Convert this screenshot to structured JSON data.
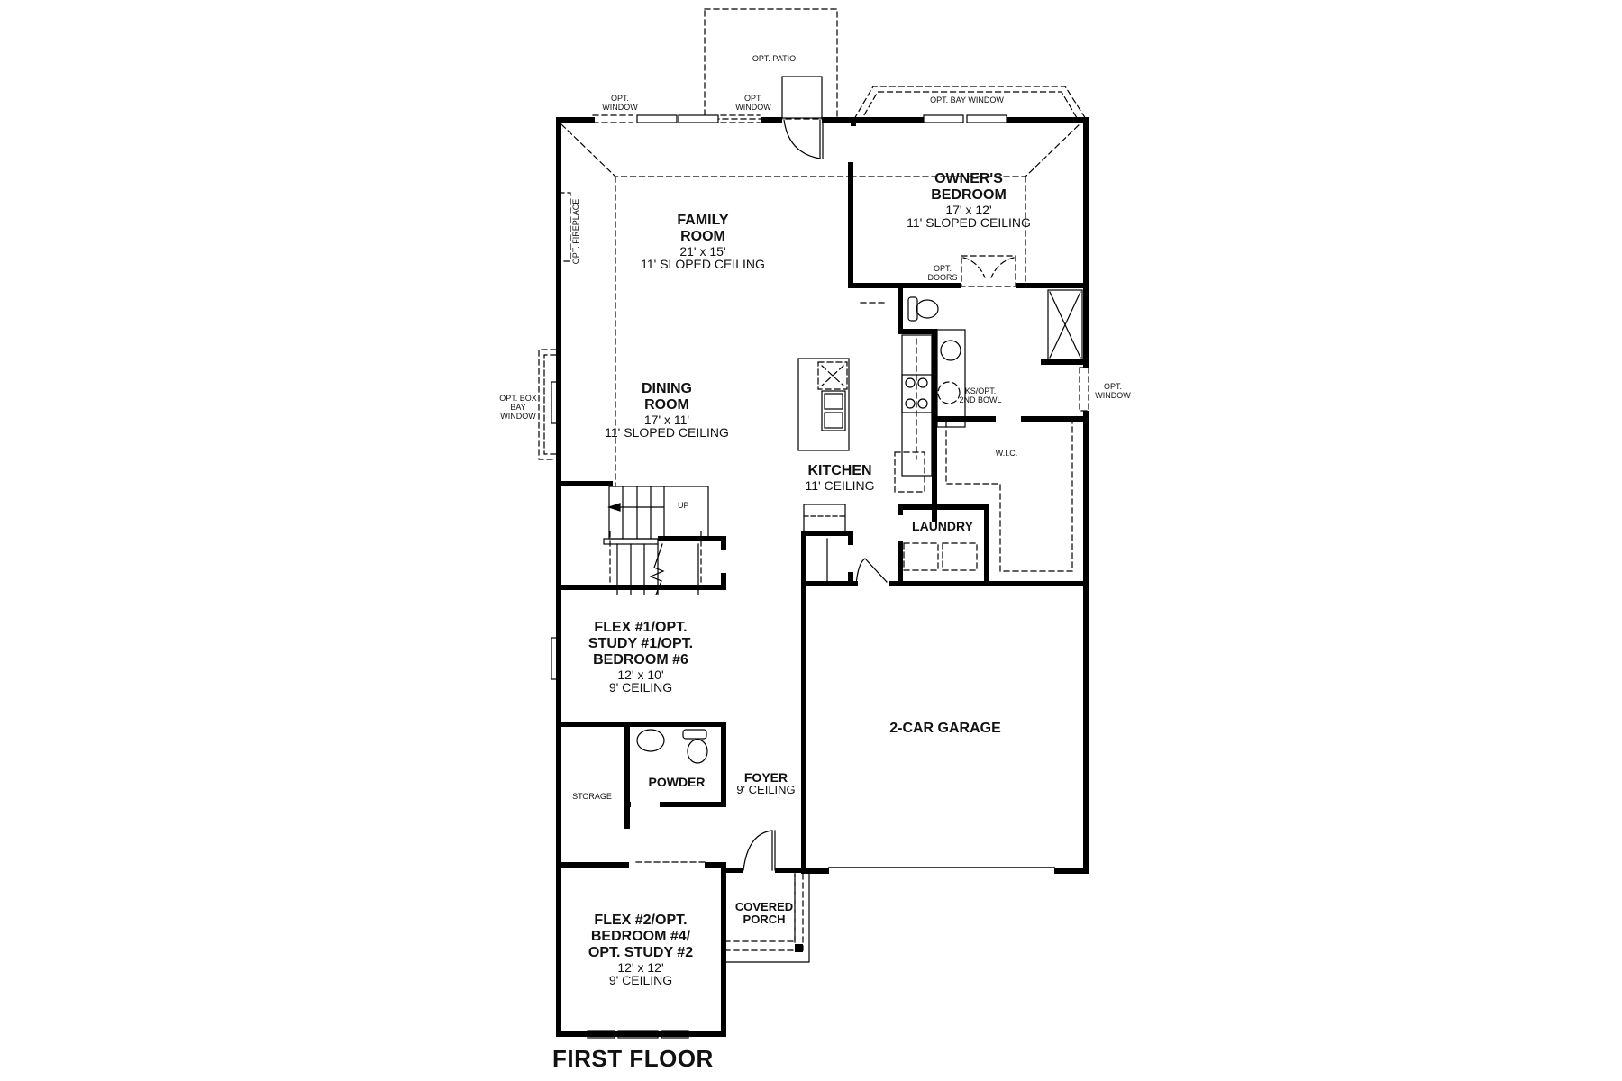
{
  "plan": {
    "title": "FIRST FLOOR",
    "colors": {
      "wall": "#000000",
      "background": "#ffffff",
      "text": "#111111"
    }
  },
  "rooms": {
    "family": {
      "name_line1": "FAMILY",
      "name_line2": "ROOM",
      "size": "21' x 15'",
      "ceiling": "11' SLOPED CEILING"
    },
    "owners": {
      "name_line1": "OWNER'S",
      "name_line2": "BEDROOM",
      "size": "17' x 12'",
      "ceiling": "11' SLOPED CEILING"
    },
    "dining": {
      "name_line1": "DINING",
      "name_line2": "ROOM",
      "size": "17' x 11'",
      "ceiling": "11' SLOPED CEILING"
    },
    "kitchen": {
      "name": "KITCHEN",
      "ceiling": "11' CEILING"
    },
    "laundry": {
      "name": "LAUNDRY"
    },
    "wic": {
      "name": "W.I.C."
    },
    "ks": {
      "line1": "KS/OPT.",
      "line2": "2ND BOWL"
    },
    "flex1": {
      "line1": "FLEX #1/OPT.",
      "line2": "STUDY #1/OPT.",
      "line3": "BEDROOM #6",
      "size": "12' x 10'",
      "ceiling": "9' CEILING"
    },
    "garage": {
      "name": "2-CAR GARAGE"
    },
    "storage": {
      "name": "STORAGE"
    },
    "powder": {
      "name": "POWDER"
    },
    "foyer": {
      "name": "FOYER",
      "ceiling": "9' CEILING"
    },
    "porch": {
      "line1": "COVERED",
      "line2": "PORCH"
    },
    "flex2": {
      "line1": "FLEX #2/OPT.",
      "line2": "BEDROOM #4/",
      "line3": "OPT. STUDY #2",
      "size": "12' x 12'",
      "ceiling": "9' CEILING"
    }
  },
  "options": {
    "patio": "OPT. PATIO",
    "window_left": {
      "line1": "OPT.",
      "line2": "WINDOW"
    },
    "window_mid": {
      "line1": "OPT.",
      "line2": "WINDOW"
    },
    "bay_window": "OPT. BAY WINDOW",
    "fireplace": "OPT. FIREPLACE",
    "box_bay": {
      "line1": "OPT. BOX",
      "line2": "BAY",
      "line3": "WINDOW"
    },
    "doors": {
      "line1": "OPT.",
      "line2": "DOORS"
    },
    "window_right": {
      "line1": "OPT.",
      "line2": "WINDOW"
    }
  },
  "stairs": {
    "label": "UP"
  }
}
